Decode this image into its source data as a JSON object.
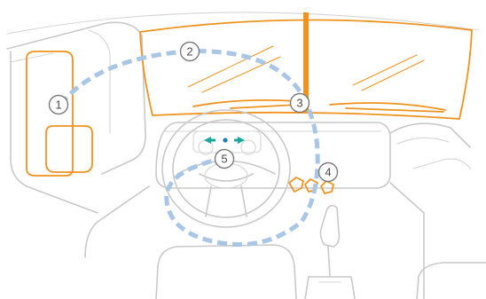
{
  "colors": {
    "highlight": "#f0931e",
    "path": "#a9c6e6",
    "outline": "#c9c9c9",
    "marker_stroke": "#7a7a7a",
    "marker_text": "#4a4a4a",
    "indicator_teal": "#1aa79b",
    "indicator_blue": "#1e7fc1"
  },
  "markers": [
    {
      "id": "1",
      "label": "1",
      "target": "left-mirror"
    },
    {
      "id": "2",
      "label": "2",
      "target": "windshield-left"
    },
    {
      "id": "3",
      "label": "3",
      "target": "windshield-center"
    },
    {
      "id": "4",
      "label": "4",
      "target": "dashboard-vents"
    },
    {
      "id": "5",
      "label": "5",
      "target": "instrument-cluster"
    }
  ],
  "icons": [
    "turn-signal-left-icon",
    "indicator-dot-icon",
    "turn-signal-right-icon"
  ]
}
